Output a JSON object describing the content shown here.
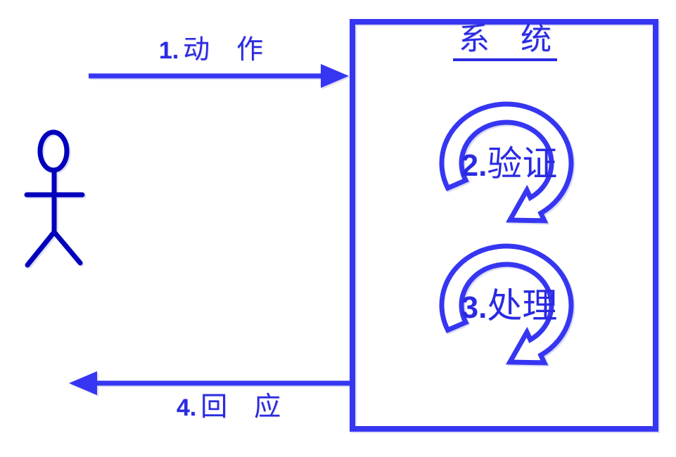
{
  "palette": {
    "line_blue": "#3636F2",
    "actor_blue": "#0000BC",
    "text_blue": "#2B2BE2",
    "shadow_lavender": "#DCDCF5"
  },
  "actor": {
    "icon": "person-stick-figure"
  },
  "system_box": {
    "title": "系　统"
  },
  "arrows": {
    "request": {
      "number": "1.",
      "label": "动　作",
      "direction": "left-to-right"
    },
    "response": {
      "number": "4.",
      "label": "回　应",
      "direction": "right-to-left"
    }
  },
  "loops": [
    {
      "number": "2.",
      "label": "验证"
    },
    {
      "number": "3.",
      "label": "处理"
    }
  ]
}
